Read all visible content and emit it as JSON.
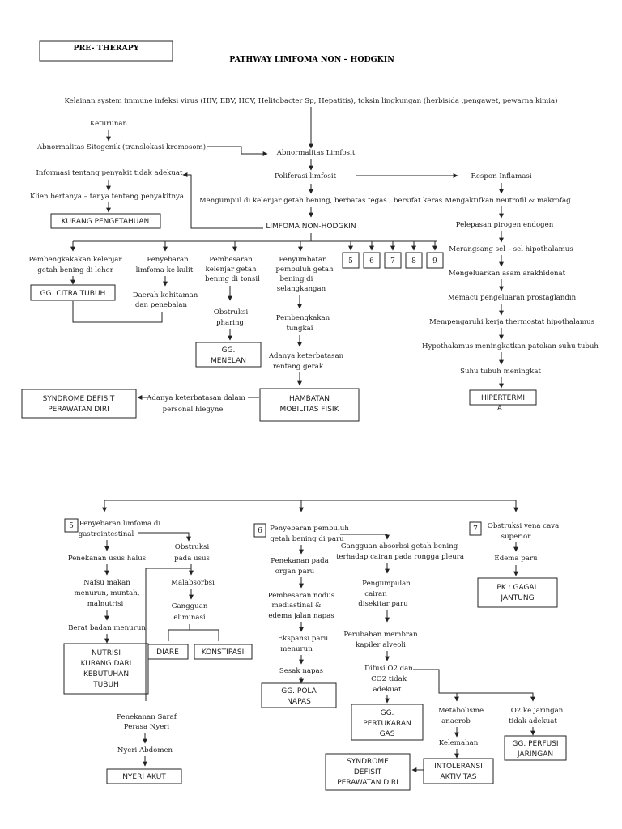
{
  "header": {
    "stage": "PRE- THERAPY",
    "title": "PATHWAY LIMFOMA NON – HODGKIN"
  },
  "top": {
    "cause": "Kelainan system immune infeksi virus (HIV, EBV, HCV, Helitobacter Sp, Hepatitis), toksin lingkungan (herbisida ,pengawet, pewarna kimia)",
    "heredity": "Keturunan",
    "cytogenetic": "Abnormalitas Sitogenik (translokasi kromosom)",
    "lymphocyte_abnormal": "Abnormalitas Limfosit",
    "info_inadequate": "Informasi tentang penyakit tidak adekuat",
    "proliferation": "Poliferasi limfosit",
    "inflammation": "Respon Inflamasi",
    "client_asks": "Klien bertanya – tanya tentang penyakitnya",
    "knowledge_dx": "KURANG PENGETAHUAN",
    "gather_nodes": "Mengumpul di kelenjar getah bening, berbatas tegas , bersifat keras",
    "nhl": "LIMFOMA NON-HODGKIN"
  },
  "fever_chain": [
    "Mengaktifkan neutrofil & makrofag",
    "Pelepasan pirogen endogen",
    "Merangsang  sel – sel hipothalamus",
    "Mengeluarkan asam arakhidonat",
    "Memacu pengeluaran prostaglandin",
    "Mempengaruhi kerja thermostat hipothalamus",
    "Hypothalamus meningkatkan patokan suhu tubuh",
    "Suhu tubuh meningkat"
  ],
  "fever_dx": [
    "HIPERTERMI",
    "A"
  ],
  "numbered": [
    "5",
    "6",
    "7",
    "8",
    "9"
  ],
  "neck": {
    "lines": [
      "Pembengkakakan kelenjar",
      "getah bening di leher"
    ],
    "dx": "GG. CITRA TUBUH"
  },
  "skin": {
    "lines": [
      "Penyebaran",
      "limfoma ke kulit"
    ],
    "result": [
      "Daerah kehitaman",
      "dan penebalan"
    ]
  },
  "tonsil": {
    "lines": [
      "Pembesaran",
      "kelenjar getah",
      "bening di tonsil"
    ],
    "obstruction": [
      "Obstruksi",
      "pharing"
    ],
    "dx": [
      "GG.",
      "MENELAN"
    ]
  },
  "groin": {
    "lines": [
      "Penyumbatan",
      "pembuluh getah",
      "bening di",
      "selangkangan"
    ],
    "swelling": [
      "Pembengkakan",
      "tungkai"
    ],
    "limit": [
      "Adanya keterbatasan",
      "rentang gerak"
    ],
    "dx": [
      "HAMBATAN",
      "MOBILITAS FISIK"
    ],
    "hygiene": [
      "Adanya keterbatasan dalam",
      "personal hiegyne"
    ],
    "selfcare_dx": [
      "SYNDROME DEFISIT",
      "PERAWATAN DIRI"
    ]
  },
  "gi": {
    "num": "5",
    "head": [
      "Penyebaran limfoma di",
      "gastrointestinal"
    ],
    "pressure": "Penekanan usus halus",
    "appetite": [
      "Nafsu makan",
      "menurun, muntah,",
      "malnutrisi"
    ],
    "weight": "Berat badan menurun",
    "nutrition_dx": [
      "NUTRISI",
      "KURANG DARI",
      "KEBUTUHAN",
      "TUBUH"
    ],
    "obstruction": [
      "Obstruksi",
      "pada usus"
    ],
    "malabsorption": "Malabsorbsi",
    "elimination": [
      "Gangguan",
      "eliminasi"
    ],
    "diarrhea_dx": "DIARE",
    "constipation_dx": "KONSTIPASI",
    "nerve": [
      "Penekanan Saraf",
      "Perasa Nyeri"
    ],
    "pain": "Nyeri Abdomen",
    "pain_dx": "NYERI AKUT"
  },
  "lung": {
    "num": "6",
    "head": [
      "Penyebaran pembuluh",
      "getah bening di paru"
    ],
    "pressure": [
      "Penekanan pada",
      "organ paru"
    ],
    "nodes": [
      "Pembesaran nodus",
      "mediastinal &",
      "edema jalan napas"
    ],
    "expansion": [
      "Ekspansi paru",
      "menurun"
    ],
    "dyspnea": "Sesak napas",
    "breath_dx": [
      "GG. POLA",
      "NAPAS"
    ],
    "absorption": [
      "Gangguan absorbsi getah bening",
      "terhadap cairan pada rongga pleura"
    ],
    "fluid": [
      "Pengumpulan",
      "cairan",
      "disekitar paru"
    ],
    "membrane": [
      "Perubahan membran",
      "kapiler alveoli"
    ],
    "diffusion": [
      "Difusi O2 dan",
      "CO2 tidak",
      "adekuat"
    ],
    "exchange_dx": [
      "GG.",
      "PERTUKARAN",
      "GAS"
    ],
    "metabolism": [
      "Metabolisme",
      "anaerob"
    ],
    "weakness": "Kelemahan",
    "activity_dx": [
      "INTOLERANSI",
      "AKTIVITAS"
    ],
    "selfcare_dx": [
      "SYNDROME",
      "DEFISIT",
      "PERAWATAN DIRI"
    ],
    "o2": [
      "O2 ke jaringan",
      "tidak adekuat"
    ],
    "perfusion_dx": [
      "GG. PERFUSI",
      "JARINGAN"
    ]
  },
  "cava": {
    "num": "7",
    "head": [
      "Obstruksi vena cava",
      "superior"
    ],
    "edema": "Edema paru",
    "dx": [
      "PK : GAGAL",
      "JANTUNG"
    ]
  }
}
